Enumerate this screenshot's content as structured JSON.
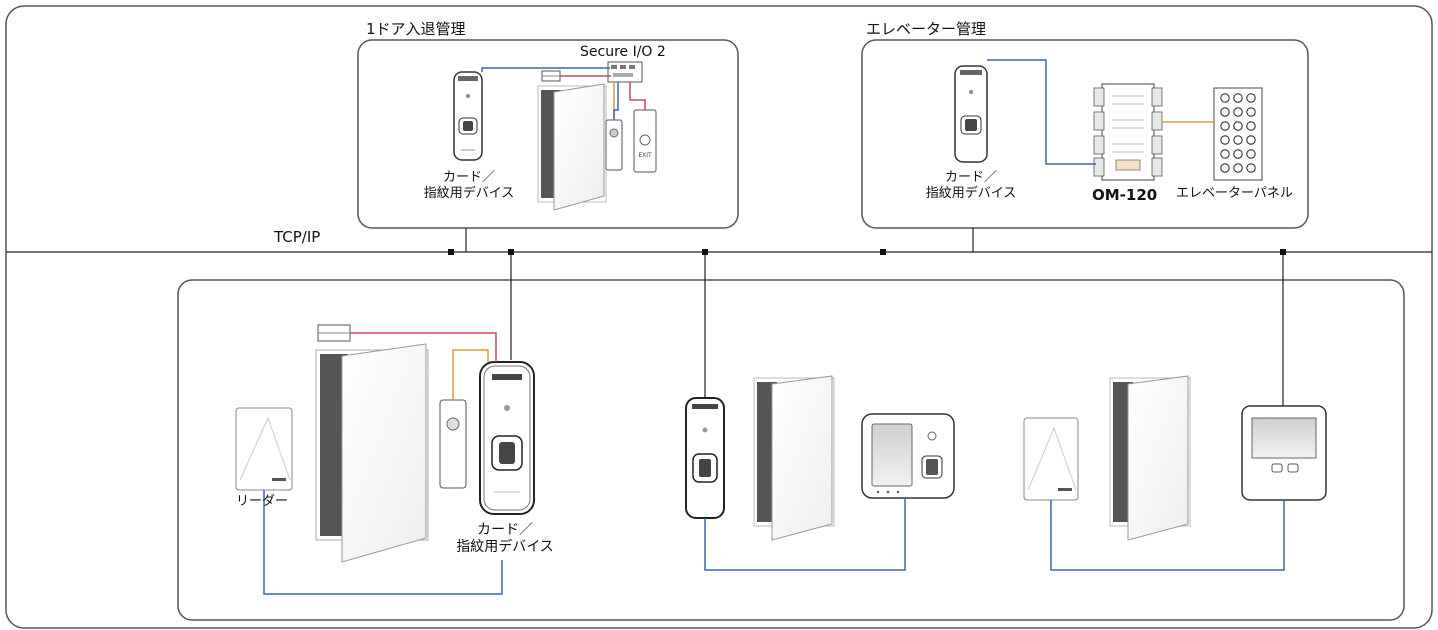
{
  "network": {
    "label": "TCP/IP"
  },
  "door_panel": {
    "title": "1ドア入退管理",
    "io_label": "Secure I/O 2",
    "device_label_line1": "カード／",
    "device_label_line2": "指紋用デバイス"
  },
  "elevator_panel": {
    "title": "エレベーター管理",
    "device_label_line1": "カード／",
    "device_label_line2": "指紋用デバイス",
    "module_label": "OM-120",
    "panel_label": "エレベーターパネル"
  },
  "lower_group": {
    "reader_label": "リーダー",
    "device_label_line1": "カード／",
    "device_label_line2": "指紋用デバイス",
    "exit_button_text": "EXIT"
  },
  "colors": {
    "frame": "#555555",
    "wire_blue": "#3a66a8",
    "wire_orange": "#d8a035",
    "wire_red": "#c8485a",
    "network_line": "#222222"
  }
}
